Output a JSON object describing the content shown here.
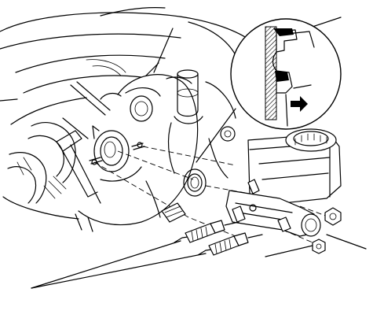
{
  "figure": {
    "parts": [
      {
        "name": "booster-housing",
        "icon": "vacuum-booster"
      },
      {
        "name": "o-ring-seal",
        "icon": "seal-ring"
      },
      {
        "name": "master-cylinder",
        "icon": "master-cylinder"
      },
      {
        "name": "brake-line-upper",
        "icon": "brake-pipe-fitting"
      },
      {
        "name": "brake-line-lower",
        "icon": "brake-pipe-fitting"
      },
      {
        "name": "mounting-nut-upper",
        "icon": "flange-nut"
      },
      {
        "name": "mounting-nut-lower",
        "icon": "flange-nut"
      },
      {
        "name": "seal-detail-callout",
        "icon": "magnified-detail-circle"
      }
    ],
    "colors": {
      "ink": "#000000",
      "paper": "#ffffff"
    }
  }
}
